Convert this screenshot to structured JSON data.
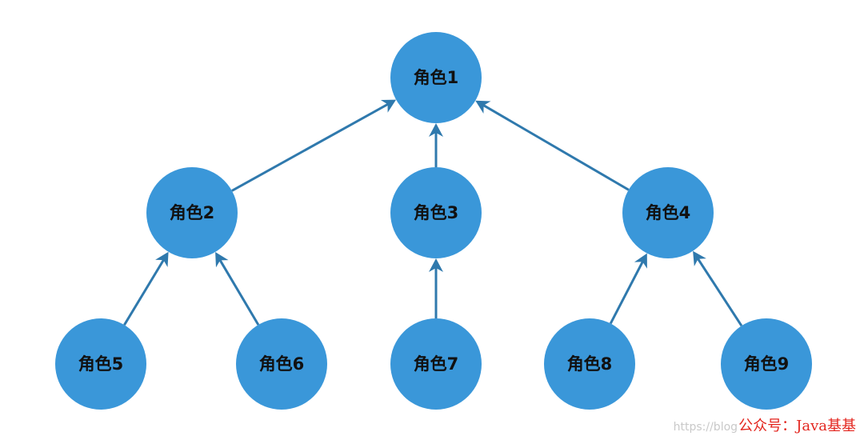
{
  "diagram": {
    "colors": {
      "node_fill": "#3a97d9",
      "edge": "#2f79ad",
      "label": "#111111"
    },
    "nodes": [
      {
        "id": "r1",
        "label": "角色1"
      },
      {
        "id": "r2",
        "label": "角色2"
      },
      {
        "id": "r3",
        "label": "角色3"
      },
      {
        "id": "r4",
        "label": "角色4"
      },
      {
        "id": "r5",
        "label": "角色5"
      },
      {
        "id": "r6",
        "label": "角色6"
      },
      {
        "id": "r7",
        "label": "角色7"
      },
      {
        "id": "r8",
        "label": "角色8"
      },
      {
        "id": "r9",
        "label": "角色9"
      }
    ],
    "edges": [
      {
        "from": "r2",
        "to": "r1"
      },
      {
        "from": "r3",
        "to": "r1"
      },
      {
        "from": "r4",
        "to": "r1"
      },
      {
        "from": "r5",
        "to": "r2"
      },
      {
        "from": "r6",
        "to": "r2"
      },
      {
        "from": "r7",
        "to": "r3"
      },
      {
        "from": "r8",
        "to": "r4"
      },
      {
        "from": "r9",
        "to": "r4"
      }
    ]
  },
  "watermark": {
    "url_text": "https://blog",
    "brand_text": "公众号：Java基基",
    "colors": {
      "url": "#c9c9c9",
      "brand": "#e3261f"
    }
  }
}
